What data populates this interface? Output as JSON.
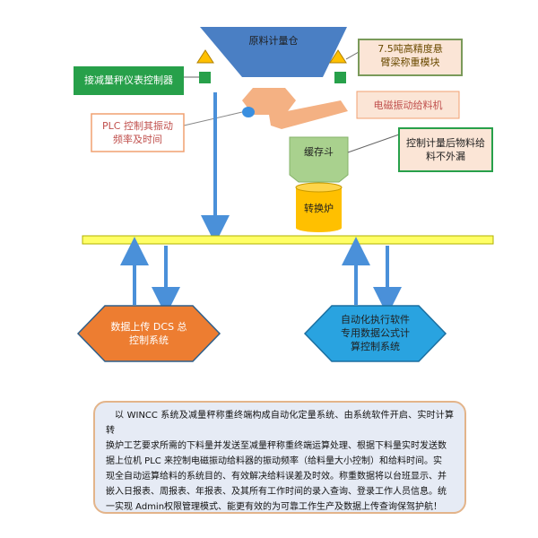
{
  "diagram": {
    "hopper_label": "原料计量仓",
    "load_cell_label": [
      "7.5吨高精度悬",
      "臂梁称重模块"
    ],
    "controller_label": "接减量秤仪表控制器",
    "plc_label": [
      "PLC 控制其振动",
      "频率及时间"
    ],
    "feeder_label": "电磁振动给料机",
    "buffer_label": "缓存斗",
    "control_note_label": [
      "控制计量后物料给",
      "料不外漏"
    ],
    "converter_label": "转换炉",
    "dcs_label": [
      "数据上传 DCS 总",
      "控制系统"
    ],
    "software_label": [
      "自动化执行软件",
      "专用数据公式计",
      "算控制系统"
    ]
  },
  "description": {
    "lines": [
      "以 WINCC 系统及减量秤称重终端构成自动化定量系统、由系统软件开启、实时计算转",
      "换炉工艺要求所需的下料量并发送至减量秤称重终端运算处理、根据下料量实时发送数",
      "据上位机 PLC 来控制电磁振动给料器的振动频率（给料量大小控制）和给料时间。实",
      "现全自动运算给料的系统目的、有效解决给料误差及时效。称重数据将以台班显示、并",
      "嵌入日报表、周报表、年报表、及其所有工作时间的录入查询、登录工作人员信息。统",
      "一实现 Admin权限管理模式、能更有效的为可靠工作生产及数据上传查询保驾护航！"
    ]
  },
  "colors": {
    "hopper_fill": "#4a7fc4",
    "green_box": "#27a04a",
    "pink_box": "#fbe5d6",
    "pink_border": "#f0a070",
    "feeder_fill": "#f4b183",
    "buffer_fill": "#a9d18e",
    "converter_fill": "#ffc000",
    "bus_fill": "#ffff66",
    "arrow_blue": "#4a90d9",
    "dcs_fill": "#ed7d31",
    "software_fill": "#29a3e0"
  }
}
